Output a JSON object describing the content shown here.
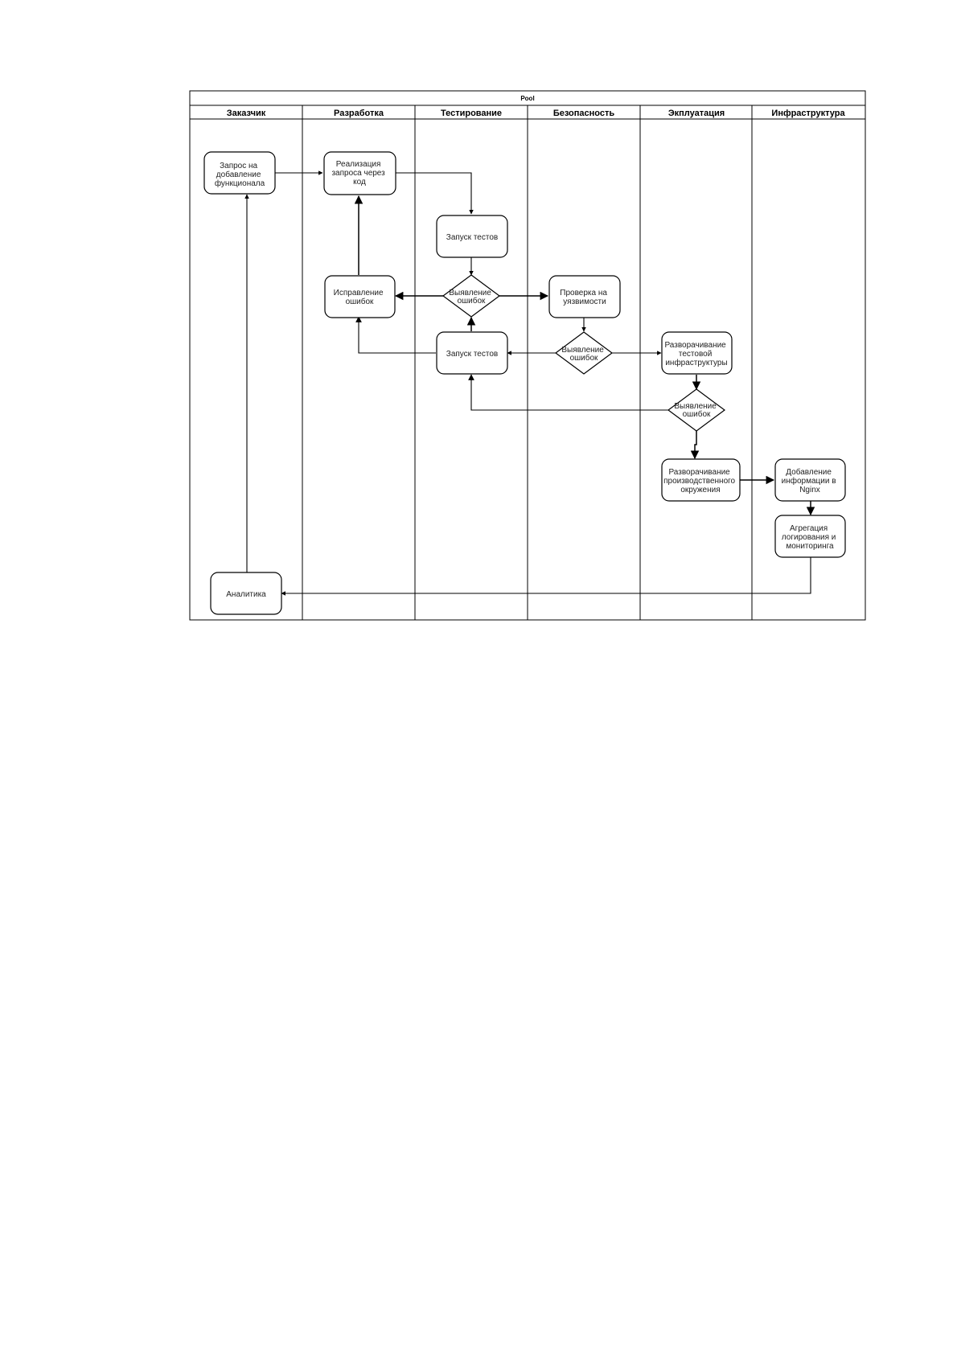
{
  "pool": {
    "title": "Pool"
  },
  "lanes": [
    {
      "id": "customer",
      "label": "Заказчик"
    },
    {
      "id": "dev",
      "label": "Разработка"
    },
    {
      "id": "test",
      "label": "Тестирование"
    },
    {
      "id": "sec",
      "label": "Безопасность"
    },
    {
      "id": "ops",
      "label": "Экплуатация"
    },
    {
      "id": "infra",
      "label": "Инфраструктура"
    }
  ],
  "nodes": {
    "request": {
      "lines": [
        "Запрос на",
        "добавление",
        "функционала"
      ]
    },
    "implement": {
      "lines": [
        "Реализация",
        "запроса через",
        "код"
      ]
    },
    "run_tests_1": {
      "lines": [
        "Запуск тестов"
      ]
    },
    "detect_errors_1": {
      "lines": [
        "Выявление",
        "ошибок"
      ]
    },
    "fix_errors": {
      "lines": [
        "Исправление",
        "ошибок"
      ]
    },
    "vuln_check": {
      "lines": [
        "Проверка на",
        "уязвимости"
      ]
    },
    "run_tests_2": {
      "lines": [
        "Запуск тестов"
      ]
    },
    "detect_errors_2": {
      "lines": [
        "Выявление",
        "ошибок"
      ]
    },
    "deploy_test_infra": {
      "lines": [
        "Разворачивание",
        "тестовой",
        "инфраструктуры"
      ]
    },
    "detect_errors_3": {
      "lines": [
        "Выявление",
        "ошибок"
      ]
    },
    "deploy_prod": {
      "lines": [
        "Разворачивание",
        "производственного",
        "окружения"
      ]
    },
    "add_nginx": {
      "lines": [
        "Добавление",
        "информации в",
        "Nginx"
      ]
    },
    "aggregate_logs": {
      "lines": [
        "Агрегация",
        "логирования и",
        "мониторинга"
      ]
    },
    "analytics": {
      "lines": [
        "Аналитика"
      ]
    }
  }
}
